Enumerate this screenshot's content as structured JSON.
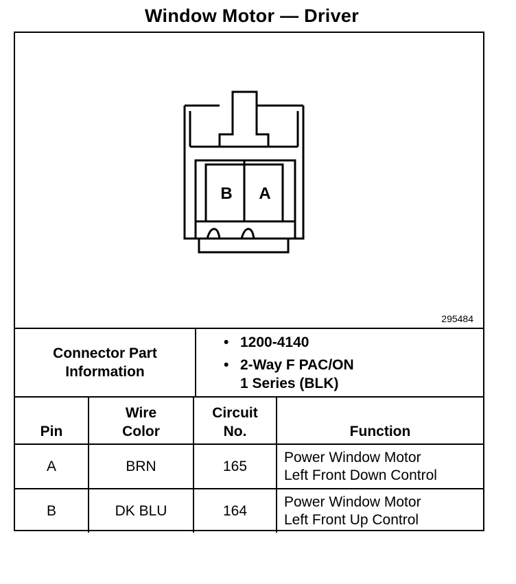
{
  "title": "Window Motor — Driver",
  "figure_number": "295484",
  "diagram": {
    "pin_labels": [
      "B",
      "A"
    ]
  },
  "connector": {
    "label_lines": [
      "Connector Part",
      "Information"
    ],
    "bullet": "•",
    "part_number": "1200-4140",
    "type_lines": [
      "2-Way F PAC/ON",
      "1 Series (BLK)"
    ]
  },
  "table": {
    "headers": {
      "pin": "Pin",
      "wire_color_lines": [
        "Wire",
        "Color"
      ],
      "circuit_lines": [
        "Circuit",
        "No."
      ],
      "function": "Function"
    },
    "rows": [
      {
        "pin": "A",
        "wire_color": "BRN",
        "circuit": "165",
        "function_lines": [
          "Power Window Motor",
          "Left Front Down Control"
        ]
      },
      {
        "pin": "B",
        "wire_color": "DK BLU",
        "circuit": "164",
        "function_lines": [
          "Power Window Motor",
          "Left Front Up Control"
        ]
      }
    ]
  }
}
